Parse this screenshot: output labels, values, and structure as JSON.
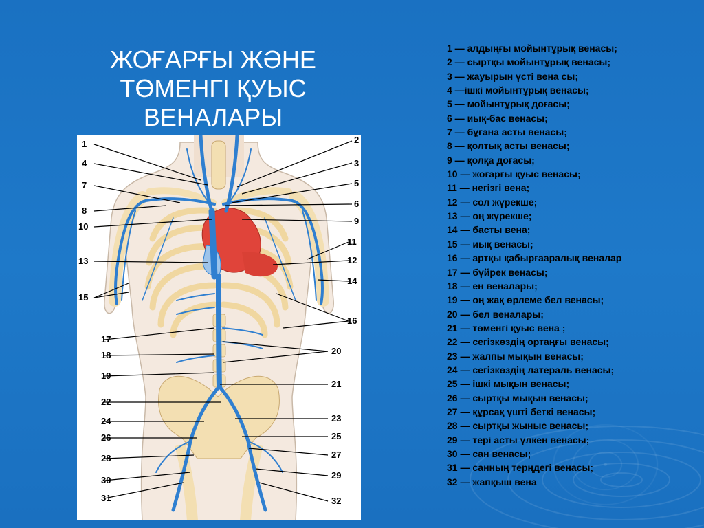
{
  "title_lines": [
    "ЖОҒАРҒЫ ЖӘНЕ",
    "ТӨМЕНГІ ҚУЫС",
    "ВЕНАЛАРЫ"
  ],
  "legend": [
    "1 — алдыңғы мойынтұрық венасы;",
    "2 — сыртқы мойынтұрық венасы;",
    "3 — жауырын үсті вена сы;",
    "4 —ішкі мойынтұрық венасы;",
    "5 — мойынтұрық доғасы;",
    "6 — иық-бас венасы;",
    "7 — бұғана асты венасы;",
    "8 — қолтық асты венасы;",
    "9 — қолқа доғасы;",
    "10 — жоғарғы қуыс венасы;",
    "11 — негізгі вена;",
    "12 — сол жүрекше;",
    "13 — оң жүрекше;",
    "14 — басты вена;",
    "15 — иық венасы;",
    "16 — артқы қабырғааралық веналар",
    "17 — бүйрек венасы;",
    "18 — ен веналары;",
    "19 — оң жақ өрлеме бел венасы;",
    "20 — бел веналары;",
    "21 — төменгі қуыс вена ;",
    "22 — сегізкөздің ортаңғы венасы;",
    "23 — жалпы мықын венасы;",
    "24 — сегізкөздің латераль венасы;",
    "25 — ішкі мықын венасы;",
    "26 — сыртқы мықын венасы;",
    "27 — құрсақ үшті беткі венасы;",
    "28 — сыртқы жыныс венасы;",
    "29 — тері асты үлкен венасы;",
    "30 — сан венасы;",
    "31 — санның терңдегі венасы;",
    "32 — жапқыш вена"
  ],
  "diagram_numbers_left": [
    "1",
    "4",
    "7",
    "8",
    "10",
    "13",
    "15",
    "17",
    "18",
    "19",
    "22",
    "24",
    "26",
    "28",
    "30",
    "31"
  ],
  "diagram_numbers_right": [
    "2",
    "3",
    "5",
    "6",
    "9",
    "11",
    "12",
    "14",
    "16",
    "20",
    "21",
    "23",
    "25",
    "27",
    "29",
    "32"
  ],
  "colors": {
    "background": "#1b74c4",
    "vein": "#2f7fd0",
    "heart": "#e0443a",
    "bone": "#f3dfb2",
    "body": "#f6ece2"
  }
}
